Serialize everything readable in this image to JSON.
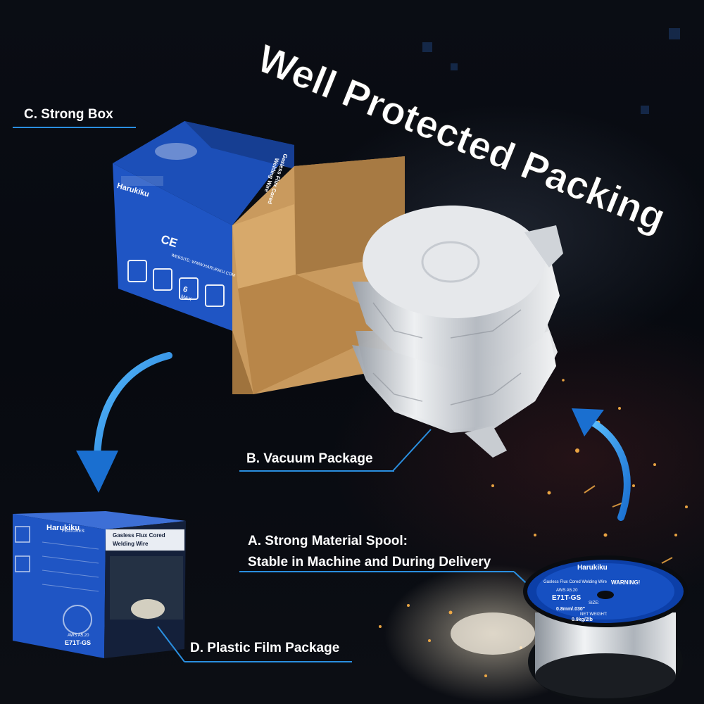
{
  "headline": "Well Protected Packing",
  "callouts": {
    "c": "C. Strong Box",
    "b": "B. Vacuum Package",
    "a_line1": "A. Strong Material Spool:",
    "a_line2": "Stable in Machine and During Delivery",
    "d": "D. Plastic Film Package"
  },
  "open_box": {
    "brand": "Harukiku",
    "product_line1": "Gasless Flux Cored",
    "product_line2": "Welding Wire",
    "marks": "CE",
    "stack": "6",
    "stack_label": "MAX",
    "website": "WEBSITE: WWW.HARUKIKU.COM"
  },
  "film_box": {
    "brand": "Harukiku",
    "product_line1": "Gasless Flux Cored",
    "product_line2": "Welding Wire",
    "features": "FEATURES:",
    "code": "E71T-GS",
    "spec": "AWS A5.20"
  },
  "spool": {
    "brand": "Harukiku",
    "product": "Gasless Flux Cored Welding Wire",
    "spec": "AWS A5.20",
    "code": "E71T-GS",
    "size_label": "SIZE:",
    "size": "0.8mm/.030\"",
    "weight_label": "NET WEIGHT:",
    "weight": "0.9kg/2lb",
    "warning": "WARNING!"
  },
  "colors": {
    "accent": "#2a8fe0",
    "box_blue": "#1f4fb5",
    "cardboard": "#c99a5e",
    "foil": "#d9dde2"
  }
}
